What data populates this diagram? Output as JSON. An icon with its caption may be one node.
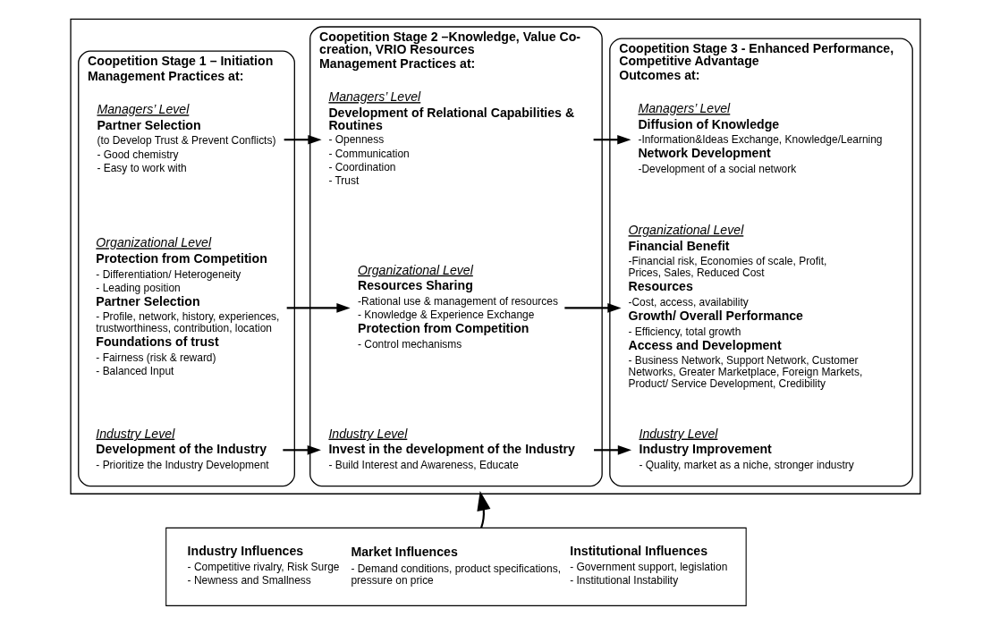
{
  "diagram": {
    "nodes": [
      {
        "text": [],
        "shape": "box"
      },
      {
        "text": [
          "Coopetition Stage 1 – Initiation",
          "Management Practices at:"
        ],
        "in": 0
      },
      {
        "text": [
          "Managers’ Level",
          "Partner Selection",
          "(to Develop Trust & Prevent Conflicts)",
          "- Good chemistry",
          "- Easy to work with"
        ],
        "in": 1
      },
      {
        "text": [
          "Organizational Level",
          "Protection from Competition",
          "- Differentiation/ Heterogeneity",
          "- Leading position",
          "Partner Selection",
          "- Profile, network, history, experiences, trustworthiness, contribution, location",
          "Foundations of trust",
          "- Fairness (risk & reward)",
          "- Balanced Input"
        ],
        "in": 1
      },
      {
        "text": [
          "Industry Level",
          "Development of the Industry",
          "- Prioritize the Industry Development"
        ],
        "in": 1
      },
      {
        "text": [
          "Coopetition Stage 2 –Knowledge, Value Co-creation, VRIO Resources",
          "Management Practices at:"
        ],
        "in": 0
      },
      {
        "text": [
          "Managers’ Level",
          "Development of Relational Capabilities & Routines",
          "- Openness",
          "- Communication",
          "- Coordination",
          "- Trust"
        ],
        "in": 5
      },
      {
        "text": [
          "Organizational Level",
          "Resources Sharing",
          "-Rational use & management of resources",
          "- Knowledge & Experience Exchange",
          "Protection from Competition",
          "- Control mechanisms"
        ],
        "in": 5
      },
      {
        "text": [
          "Industry Level",
          "Invest in the development of the Industry",
          "- Build Interest and Awareness, Educate"
        ],
        "in": 5
      },
      {
        "text": [
          "Coopetition Stage 3 - Enhanced Performance, Competitive Advantage",
          "Outcomes at:"
        ],
        "in": 0
      },
      {
        "text": [
          "Managers’ Level",
          "Diffusion of Knowledge",
          "-Information&Ideas Exchange, Knowledge/Learning",
          "Network Development",
          "-Development of a social network"
        ],
        "in": 9
      },
      {
        "text": [
          "Organizational Level",
          "Financial Benefit",
          "-Financial risk, Economies of scale, Profit, Prices, Sales, Reduced Cost",
          "Resources",
          "-Cost, access, availability",
          "Growth/ Overall Performance",
          "- Efficiency, total growth",
          "Access and Development",
          "- Business Network, Support Network, Customer Networks, Greater Marketplace, Foreign Markets, Product/ Service Development, Credibility"
        ],
        "in": 9
      },
      {
        "text": [
          "Industry Level",
          "Industry Improvement",
          "- Quality, market as a niche, stronger industry"
        ],
        "in": 9
      },
      {
        "text": [
          "Industry Influences",
          "- Competitive rivalry, Risk Surge",
          "- Newness and Smallness",
          "Market Influences",
          "- Demand conditions, product specifications, pressure on price",
          "Institutional Influences",
          "- Government support, legislation",
          "- Institutional Instability"
        ]
      }
    ],
    "edges": [
      {
        "from": 2,
        "to": 6,
        "arrow": "to"
      },
      {
        "from": 3,
        "to": 7,
        "arrow": "to"
      },
      {
        "from": 4,
        "to": 8,
        "arrow": "to"
      },
      {
        "from": 6,
        "to": 10,
        "arrow": "to"
      },
      {
        "from": 7,
        "to": 11,
        "arrow": "to"
      },
      {
        "from": 8,
        "to": 12,
        "arrow": "to"
      },
      {
        "from": 13,
        "to": 0,
        "arrow": "to"
      }
    ]
  }
}
